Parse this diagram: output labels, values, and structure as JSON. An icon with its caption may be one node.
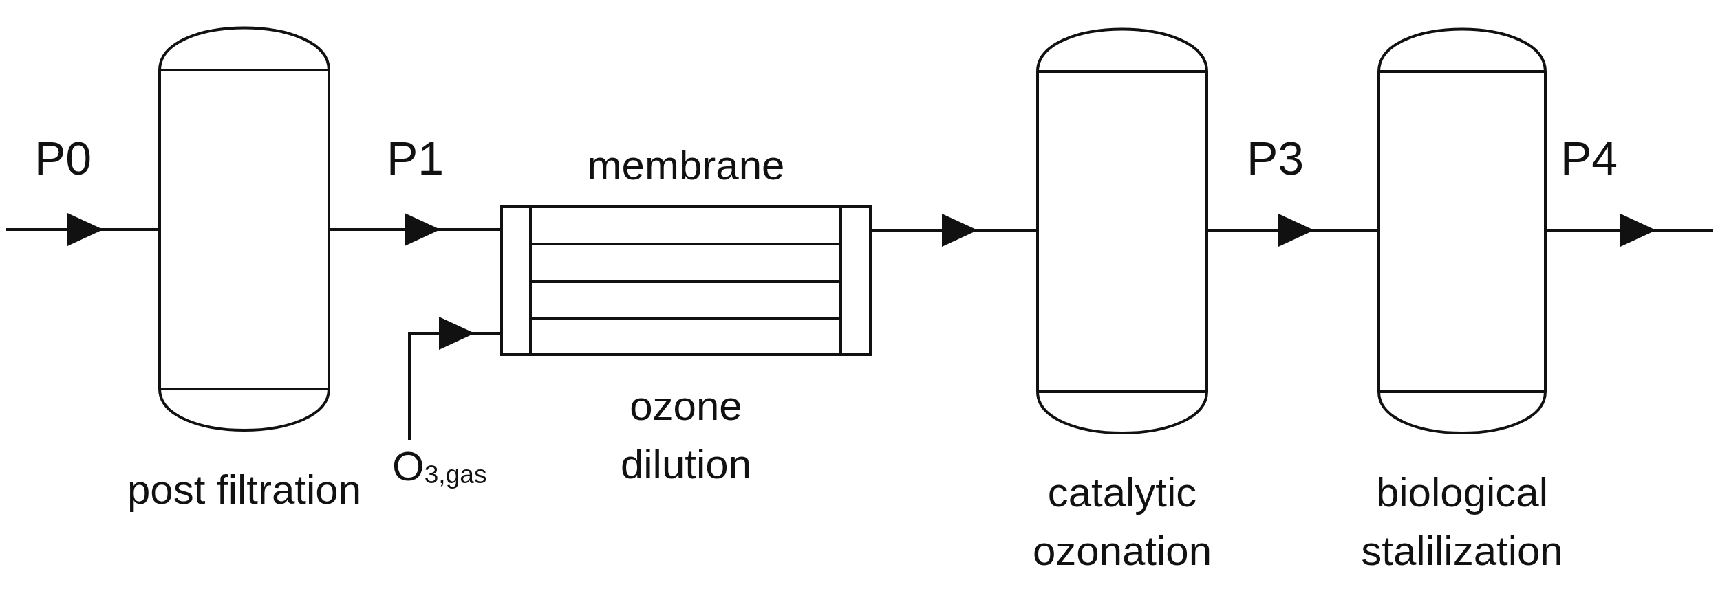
{
  "diagram": {
    "nodes": [
      {
        "text": [
          "post filtration"
        ]
      },
      {
        "text": [
          "membrane",
          "ozone dilution"
        ]
      },
      {
        "text": [
          "O$_{3,gas}$"
        ]
      },
      {
        "text": [
          "catalytic ozonation"
        ]
      },
      {
        "text": [
          "biological stalilization"
        ]
      }
    ],
    "edges": [
      {
        "from": null,
        "to": 0,
        "arrow": "to"
      },
      {
        "from": 0,
        "to": 1,
        "arrow": "to"
      },
      {
        "from": 2,
        "to": 1,
        "arrow": "to"
      },
      {
        "from": 1,
        "to": 3,
        "arrow": "to"
      },
      {
        "from": 3,
        "to": 4,
        "arrow": "to"
      },
      {
        "from": 4,
        "to": null,
        "arrow": "to"
      }
    ],
    "labels": [
      "P0",
      "P1",
      "P3",
      "P4"
    ]
  }
}
